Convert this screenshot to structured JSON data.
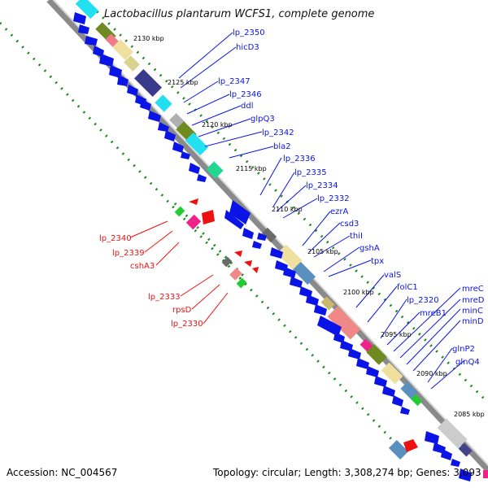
{
  "title": "Lactobacillus plantarum WCFS1, complete genome",
  "footer": {
    "accession": "Accession: NC_004567",
    "summary": "Topology: circular; Length: 3,308,274 bp; Genes: 3,093"
  },
  "ticks": [
    "2130 kbp",
    "2125 kbp",
    "2120 kbp",
    "2115 kbp",
    "2110 kbp",
    "2105 kbp",
    "2100 kbp",
    "2095 kbp",
    "2090 kbp",
    "2085 kbp"
  ],
  "genes_blue": [
    "lp_2350",
    "hicD3",
    "lp_2347",
    "lp_2346",
    "ddl",
    "glpQ3",
    "lp_2342",
    "bla2",
    "lp_2336",
    "lp_2335",
    "lp_2334",
    "lp_2332",
    "ezrA",
    "csd3",
    "thiI",
    "gshA",
    "tpx",
    "valS",
    "folC1",
    "lp_2320",
    "mreB1",
    "mreC",
    "mreD",
    "minC",
    "minD",
    "glnP2",
    "glnQ4"
  ],
  "genes_red": [
    "lp_2340",
    "lp_2339",
    "cshA3",
    "lp_2333",
    "rpsD",
    "lp_2330"
  ],
  "colors": {
    "blue_strand": "#0a14e6",
    "red_strand": "#ee1111",
    "backbone": "#8a8a8a",
    "gc_dots": "#1a8a1a"
  }
}
